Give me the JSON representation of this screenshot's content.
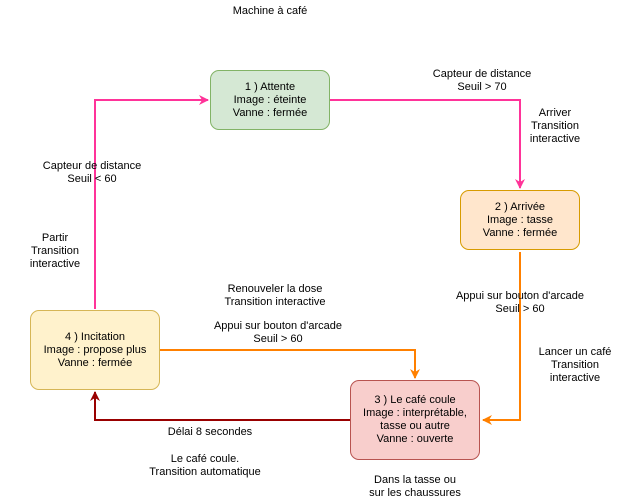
{
  "title": "Machine à café",
  "colors": {
    "pink": "#ff3399",
    "orange": "#ff8000",
    "dark_red": "#990000",
    "green_fill": "#d5e8d4",
    "green_border": "#82b366",
    "orange_fill": "#ffe6cc",
    "orange_border": "#d79b00",
    "yellow_fill": "#fff2cc",
    "yellow_border": "#d6b656",
    "red_fill": "#f8cecc",
    "red_border": "#b85450"
  },
  "states": {
    "attente": {
      "line1": "1 ) Attente",
      "line2": "Image : éteinte",
      "line3": "Vanne : fermée"
    },
    "arrivee": {
      "line1": "2 ) Arrivée",
      "line2": "Image : tasse",
      "line3": "Vanne : fermée"
    },
    "cafe_coule": {
      "line1": "3 ) Le café coule",
      "line2": "Image : interprétable,",
      "line3": "tasse ou autre",
      "line4": "Vanne : ouverte"
    },
    "incitation": {
      "line1": "4 ) Incitation",
      "line2": "Image : propose plus",
      "line3": "Vanne : fermée"
    }
  },
  "labels": {
    "capteur_70": {
      "line1": "Capteur de distance",
      "line2": "Seuil > 70"
    },
    "arriver": {
      "line1": "Arriver",
      "line2": "Transition",
      "line3": "interactive"
    },
    "capteur_60": {
      "line1": "Capteur de distance",
      "line2": "Seuil < 60"
    },
    "partir": {
      "line1": "Partir",
      "line2": "Transition",
      "line3": "interactive"
    },
    "renouveler": {
      "line1": "Renouveler la dose",
      "line2": "Transition interactive"
    },
    "appui_left": {
      "line1": "Appui sur bouton d'arcade",
      "line2": "Seuil > 60"
    },
    "appui_right": {
      "line1": "Appui sur bouton d'arcade",
      "line2": "Seuil > 60"
    },
    "lancer": {
      "line1": "Lancer un café",
      "line2": "Transition",
      "line3": "interactive"
    },
    "delai": {
      "line1": "Délai 8 secondes"
    },
    "coule_auto": {
      "line1": "Le café coule.",
      "line2": "Transition automatique"
    },
    "tasse": {
      "line1": "Dans la tasse ou",
      "line2": "sur les chaussures"
    }
  }
}
